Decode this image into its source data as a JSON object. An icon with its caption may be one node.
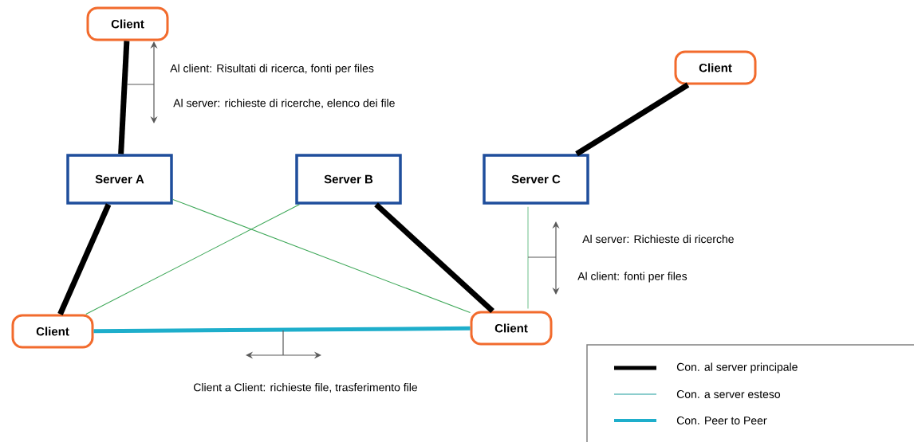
{
  "diagram": {
    "nodes": [
      {
        "text": [
          "Client"
        ]
      },
      {
        "text": [
          "Client"
        ]
      },
      {
        "text": [
          "Server A"
        ]
      },
      {
        "text": [
          "Server B"
        ]
      },
      {
        "text": [
          "Server C"
        ]
      },
      {
        "text": [
          "Client"
        ]
      },
      {
        "text": [
          "Client"
        ]
      }
    ],
    "edges": [
      {
        "from": 0,
        "to": 2,
        "arrow": "none"
      },
      {
        "from": 1,
        "to": 4,
        "arrow": "none"
      },
      {
        "from": 2,
        "to": 5,
        "arrow": "none"
      },
      {
        "from": 3,
        "to": 6,
        "arrow": "none"
      },
      {
        "from": 2,
        "to": 6,
        "arrow": "none",
        "color": "#3aa655"
      },
      {
        "from": 3,
        "to": 5,
        "arrow": "none",
        "color": "#3aa655"
      },
      {
        "from": 4,
        "to": 6,
        "arrow": "none",
        "color": "#6cbf8a"
      },
      {
        "from": 5,
        "to": 6,
        "arrow": "none",
        "color": "#1eaecb"
      }
    ],
    "labels": [
      "Al client: Risultati di ricerca, fonti per files",
      "Al server: richieste di ricerche, elenco dei file",
      "Al server: Richieste di ricerche",
      "Al client: fonti per files",
      "Client a Client: richieste file, trasferimento file"
    ],
    "legend": [
      {
        "text": "Con. al server principale"
      },
      {
        "text": "Con. a server esteso"
      },
      {
        "text": "Con. Peer to Peer"
      }
    ]
  }
}
